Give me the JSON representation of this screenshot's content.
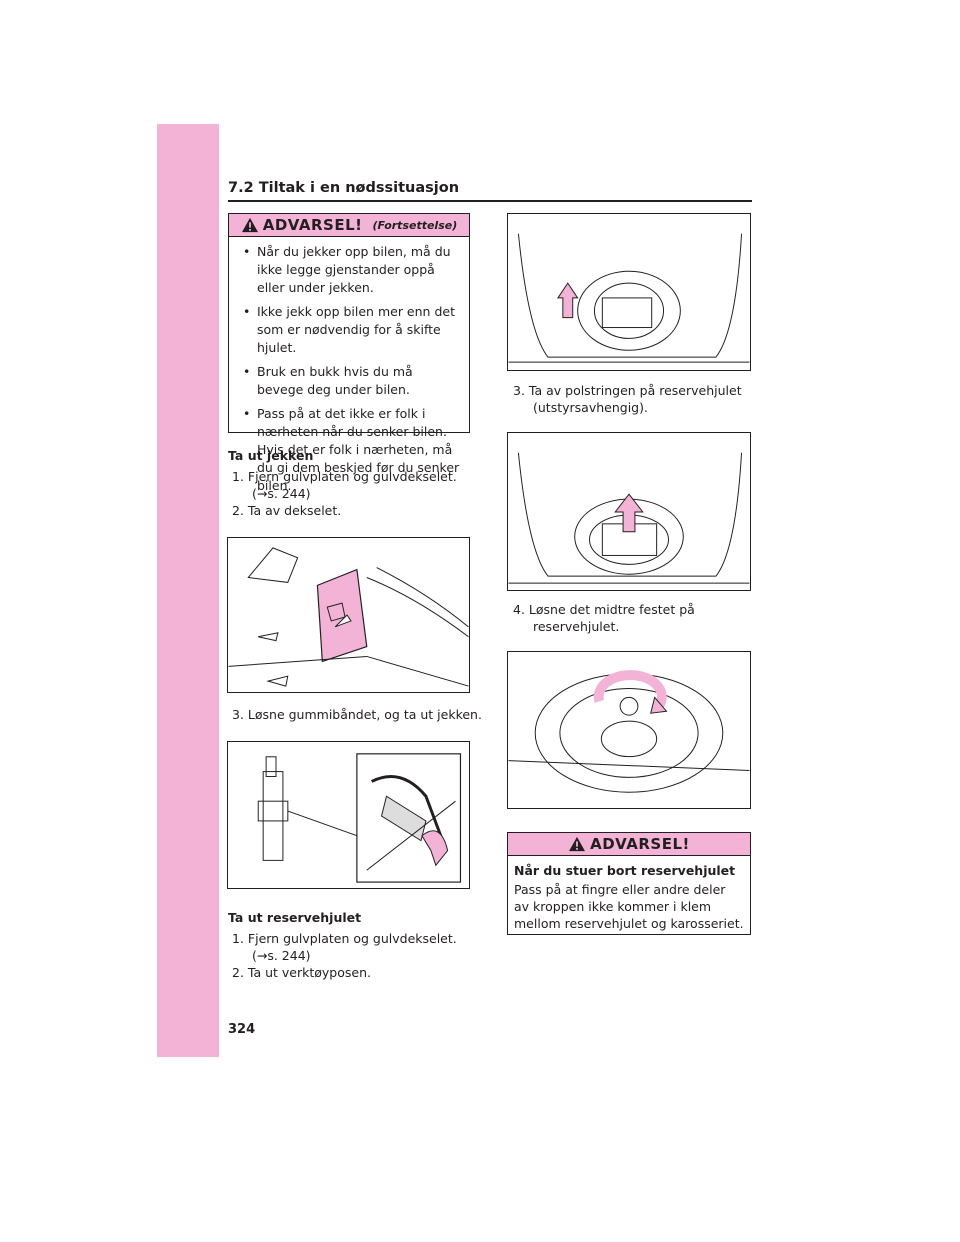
{
  "header": {
    "section": "7.2  Tiltak i en nødssituasjon"
  },
  "warning_top": {
    "title": "ADVARSEL!",
    "subtitle": "(Fortsettelse)",
    "bullets": [
      "Når du jekker opp bilen, må du ikke legge gjenstander oppå eller under jekken.",
      "Ikke jekk opp bilen mer enn det som er nødvendig for å skifte hjulet.",
      "Bruk en bukk hvis du må bevege deg under bilen.",
      "Pass på at det ikke er folk i nærheten når du senker bilen. Hvis det er folk i nærheten, må du gi dem beskjed før du senker bilen."
    ]
  },
  "jack_section": {
    "title": "Ta ut jekken",
    "step1": "1. Fjern gulvplaten og gulvdekselet.",
    "step1_ref": "(→s. 244)",
    "step2": "2. Ta av dekselet.",
    "step3": "3. Løsne gummibåndet, og ta ut jekken."
  },
  "spare_section": {
    "title": "Ta ut reservehjulet",
    "step1": "1. Fjern gulvplaten og gulvdekselet.",
    "step1_ref": "(→s. 244)",
    "step2": "2. Ta ut verktøyposen.",
    "step3": "3. Ta av polstringen på reservehjulet",
    "step3_cont": "(utstyrsavhengig).",
    "step4": "4. Løsne det midtre festet på",
    "step4_cont": "reservehjulet."
  },
  "warning_bottom": {
    "title": "ADVARSEL!",
    "heading": "Når du stuer bort reservehjulet",
    "text": "Pass på at fingre eller andre deler av kroppen ikke kommer i klem mellom reservehjulet og karosseriet."
  },
  "page_number": "324",
  "colors": {
    "accent_pink": "#f3b3d6",
    "text": "#231f20"
  }
}
